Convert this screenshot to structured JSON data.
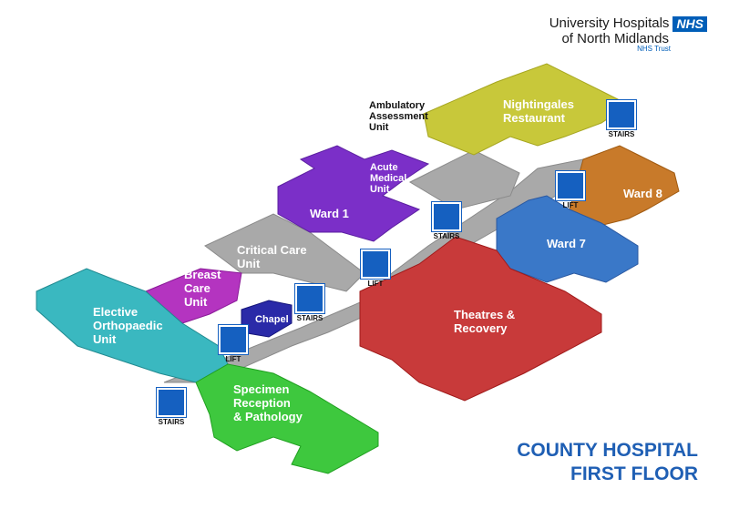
{
  "logo": {
    "line1": "University Hospitals",
    "nhs_badge": "NHS",
    "line2": "of North Midlands",
    "trust": "NHS Trust"
  },
  "title": {
    "line1": "COUNTY HOSPITAL",
    "line2": "FIRST FLOOR"
  },
  "areas": {
    "ambulatory": {
      "l1": "Ambulatory",
      "l2": "Assessment",
      "l3": "Unit"
    },
    "nightingales": {
      "l1": "Nightingales",
      "l2": "Restaurant"
    },
    "acute": {
      "l1": "Acute",
      "l2": "Medical",
      "l3": "Unit"
    },
    "ward8": "Ward 8",
    "ward1": "Ward 1",
    "ward7": "Ward 7",
    "critical": {
      "l1": "Critical Care",
      "l2": "Unit"
    },
    "breast": {
      "l1": "Breast",
      "l2": "Care",
      "l3": "Unit"
    },
    "chapel": "Chapel",
    "elective": {
      "l1": "Elective",
      "l2": "Orthopaedic",
      "l3": "Unit"
    },
    "theatres": {
      "l1": "Theatres &",
      "l2": "Recovery"
    },
    "specimen": {
      "l1": "Specimen",
      "l2": "Reception",
      "l3": "& Pathology"
    }
  },
  "icons": {
    "stairs": "STAIRS",
    "lift": "LIFT"
  },
  "colors": {
    "corridor": "#a9a9a9",
    "restaurant": "#c8c83a",
    "ward1_acute": "#7b2fc8",
    "ward8": "#c87a2a",
    "ward7": "#3a78c8",
    "breast": "#b434c0",
    "chapel": "#2a2aa8",
    "elective": "#3ab8c0",
    "theatres": "#c83a3a",
    "specimen": "#3ec83e",
    "nhs_blue": "#005eb8",
    "title_blue": "#1f5fb4"
  }
}
